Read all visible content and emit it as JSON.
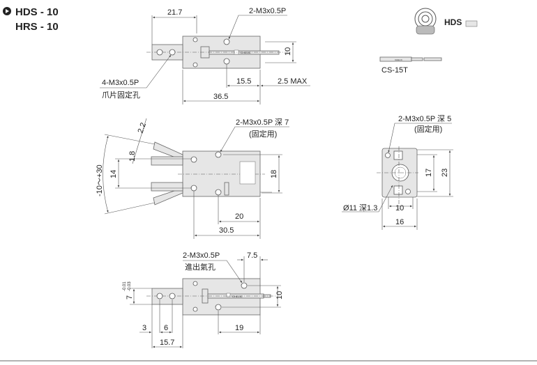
{
  "title": {
    "line1": "HDS - 10",
    "line2": "HRS - 10",
    "icon": "circle-play-icon"
  },
  "legend": {
    "model": "HDS",
    "sensor_label": "CS-15T",
    "sensor_brand": "CHELIC"
  },
  "top_view": {
    "dim_jaw": "21.7",
    "holes_top": "2-M3x0.5P",
    "dim_height": "10",
    "dim_15_5": "15.5",
    "dim_max": "2.5 MAX",
    "dim_length": "36.5",
    "jaw_holes": "4-M3x0.5P",
    "jaw_holes_note": "爪片固定孔"
  },
  "side_view": {
    "holes": "2-M3x0.5P 深 7",
    "holes_note": "(固定用)",
    "dim_18": "18",
    "dim_14": "14",
    "dim_1_8": "1.8",
    "dim_2_2": "2.2",
    "angle": "-10～+30",
    "dim_20": "20",
    "dim_30_5": "30.5"
  },
  "end_view": {
    "holes": "2-M3x0.5P 深 5",
    "holes_note": "(固定用)",
    "dim_17": "17",
    "dim_23": "23",
    "dim_10": "10",
    "dim_16": "16",
    "bore": "Ø11 深1.3"
  },
  "bottom_view": {
    "ports": "2-M3x0.5P",
    "ports_note": "進出氣孔",
    "dim_7_5": "7.5",
    "dim_10": "10",
    "dim_7": "7",
    "tol_upper": "-0.01",
    "tol_lower": "-0.03",
    "dim_3": "3",
    "dim_6": "6",
    "dim_19": "19",
    "dim_15_7": "15.7"
  }
}
